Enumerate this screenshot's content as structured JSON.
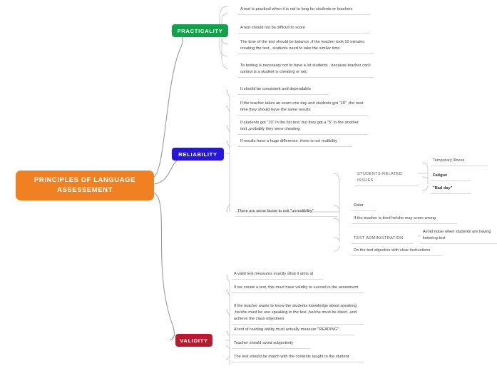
{
  "diagram": {
    "type": "mind-map",
    "root": {
      "label": "PRINCIPLES OF LANGUAGE ASSESSEMENT",
      "color": "#f08022"
    },
    "branches": [
      {
        "id": "practicality",
        "label": "PRACTICALITY",
        "color": "#15a04c",
        "items": [
          "A test is practical when it is not to long for students or teachers",
          "A test should not be difficult to score",
          "The time of the test should be balance ,if the teacher took 10 minutes creating the test , students need to take the similar time",
          "To testing is necessary not to have a lot students , because teacher can't control is a student is cheating or not."
        ]
      },
      {
        "id": "reliability",
        "label": "RELIABILITY",
        "color": "#2616e0",
        "items": [
          "It should be consistent  and dependable",
          "If the teacher takes an exam one day and students got  \"10\" ,the next time they should have the same results",
          "If students got  \"10\" in the fist test, but  they got a \"5\" in the another test ,probably they were cheating",
          "If results have a huge difference ,there is not realibility",
          "There are some factor to exit \"unrealibility\""
        ],
        "sub_branch": {
          "parent": "There are some factor to exit \"unrealibility\"",
          "groups": [
            {
              "label": "STUDENTS-RELATED ISSUES",
              "children": [
                "Temporary Illness",
                "Fatigue",
                "\"Bad day\""
              ]
            },
            {
              "label": "Rater",
              "children": [
                "If the teacher is tired he/she may score wrong"
              ]
            },
            {
              "label": "TEST ADMINISTRATION",
              "children": [
                "Avoid noise when students are having listening test"
              ]
            },
            {
              "label": "Do the test objective with clear instructions",
              "children": []
            }
          ]
        }
      },
      {
        "id": "validity",
        "label": "VALIDITY",
        "color": "#b81a30",
        "items": [
          "A valid test measures exactly what it aims at",
          "If we create a test, this must have validity to succed in the assesment",
          "If the teacher wants to know the students knowledge about speaking ,he/she must be use speaking in the test ,he/she must be direct ,and achieve the class objectives",
          "A test of reading ability must actually measure \"READING\"",
          "Teacher should avoid subjectivity",
          "The test should be match with the contents taught to the student"
        ]
      }
    ]
  }
}
